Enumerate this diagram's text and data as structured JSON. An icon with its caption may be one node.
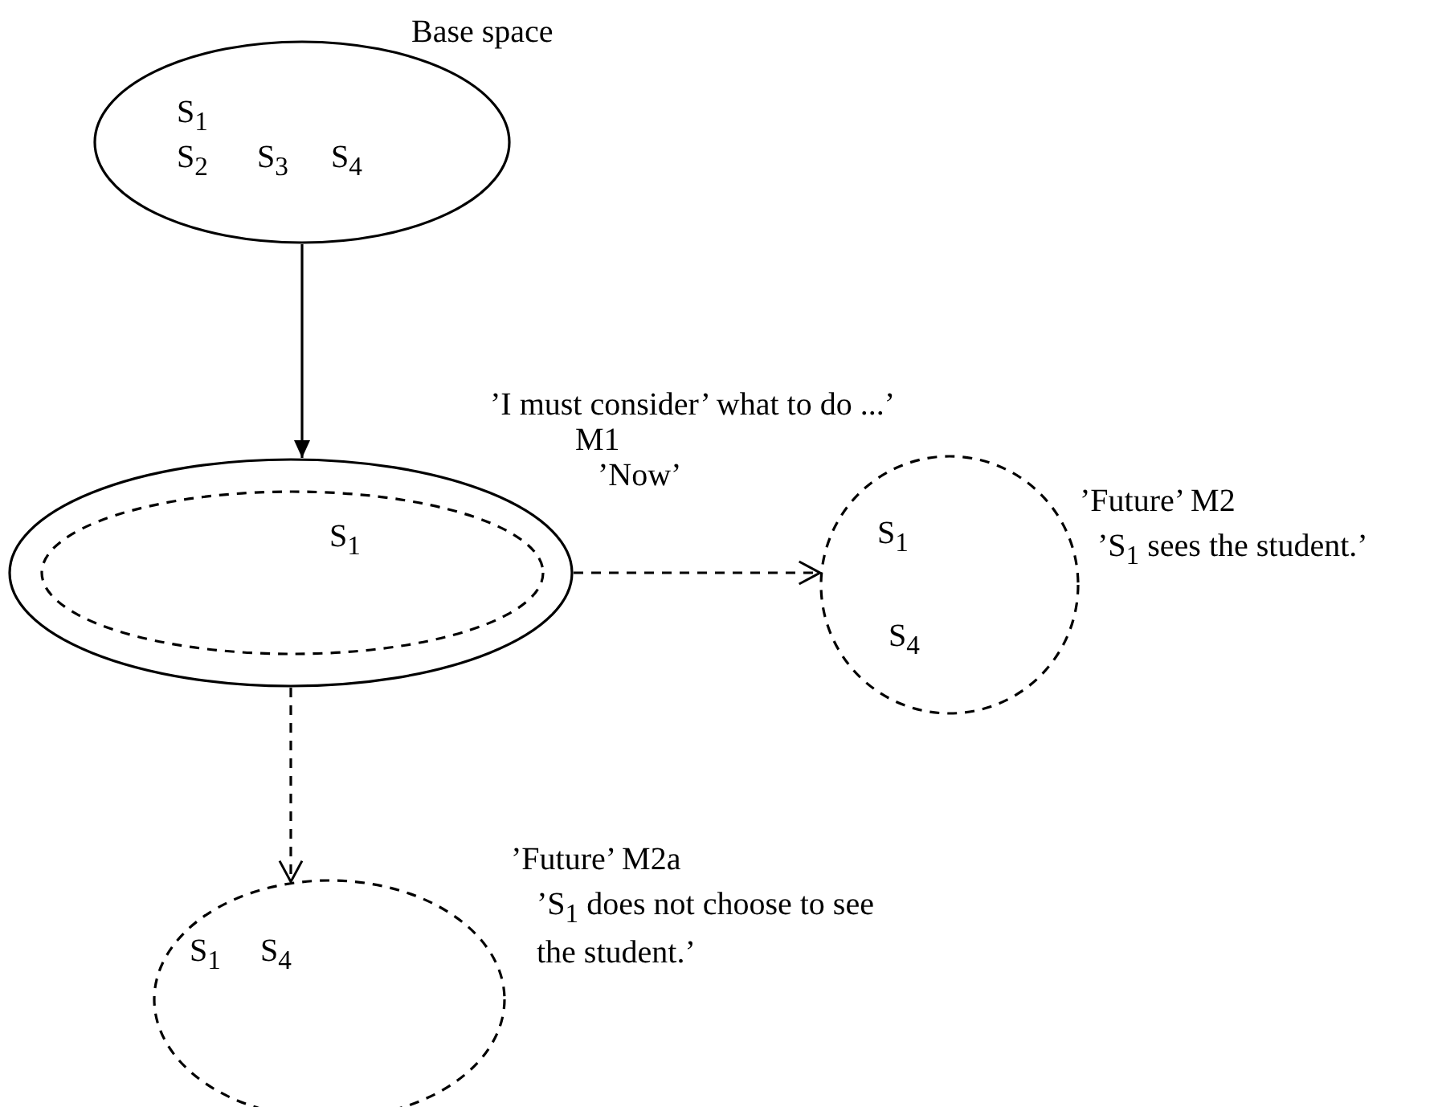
{
  "diagram": {
    "nodes": [
      {
        "text": [
          "Base space",
          "S$_{1}$",
          "S$_{2}$",
          "S$_{3}$",
          "S$_{4}$"
        ]
      },
      {
        "text": [
          "’I must consider’ what to do ...’",
          "M1",
          "’Now’"
        ]
      },
      {
        "text": [
          "S$_{1}$"
        ],
        "in": 1
      },
      {
        "text": [
          "’Future’   M2",
          "’S$_{1}$ sees the student.’",
          "S$_{1}$",
          "S$_{4}$"
        ]
      },
      {
        "text": [
          "’Future’  M2a",
          "’S$_{1}$ does not choose to see the student.’",
          "S$_{1}$",
          "S$_{4}$"
        ]
      }
    ],
    "edges": [
      {
        "from": 0,
        "to": 1,
        "arrow": "to"
      },
      {
        "from": 1,
        "to": 3,
        "arrow": "to",
        "style": "dashed"
      },
      {
        "from": 1,
        "to": 4,
        "arrow": "to",
        "style": "dashed"
      }
    ]
  }
}
